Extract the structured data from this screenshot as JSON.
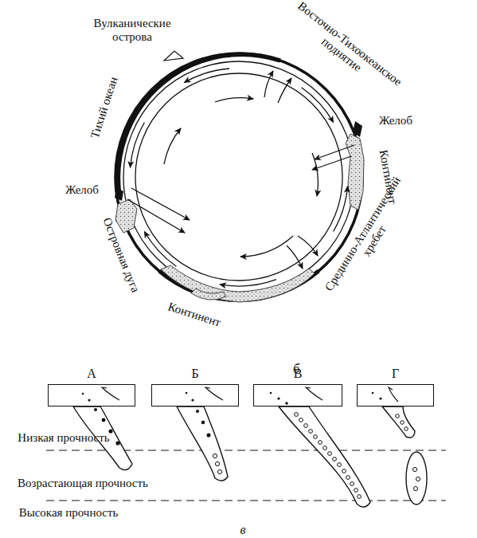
{
  "diagram": {
    "nodes": [
      {
        "text": [
          "А"
        ]
      },
      {
        "text": [
          "Б"
        ]
      },
      {
        "text": [
          "В"
        ]
      },
      {
        "text": [
          "Г"
        ]
      }
    ],
    "labels": [
      "Вулканические острова",
      "Восточно-Тихоокеанское поднятие",
      "Тихий океан",
      "Желоб",
      "Желоб",
      "Континент",
      "Островная дуга",
      "Континент",
      "Срединно-Атлантический хребет",
      "б",
      "Низкая прочность",
      "Возрастающая прочность",
      "Высокая прочность",
      "в"
    ]
  }
}
